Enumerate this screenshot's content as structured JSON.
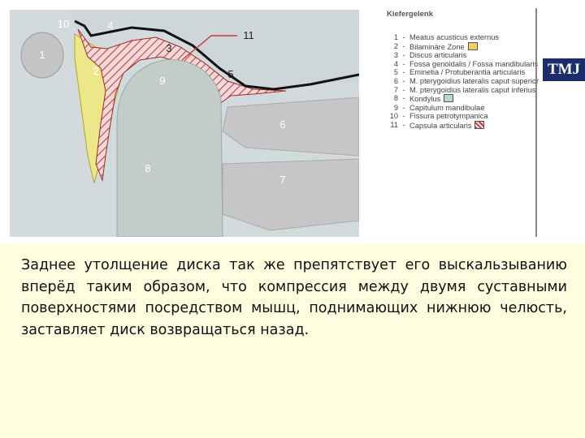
{
  "figure": {
    "labels": {
      "l1": "1",
      "l2": "2",
      "l3": "3",
      "l4": "4",
      "l5": "5",
      "l6": "6",
      "l7": "7",
      "l8": "8",
      "l9": "9",
      "l10": "10",
      "l11": "11"
    }
  },
  "legend": {
    "title": "Kiefergelenk",
    "items": [
      {
        "num": "1",
        "text": "Meatus acusticus externus"
      },
      {
        "num": "2",
        "text": "Bilaminäre Zone",
        "swatch": "#f0d060"
      },
      {
        "num": "3",
        "text": "Discus articularis"
      },
      {
        "num": "4",
        "text": "Fossa genoidalis / Fossa mandibularis"
      },
      {
        "num": "5",
        "text": "Eminetia / Protuberantia articularis"
      },
      {
        "num": "6",
        "text": "M. pterygoidius lateralis caput superior"
      },
      {
        "num": "7",
        "text": "M. pterygoidius lateralis caput inferius"
      },
      {
        "num": "8",
        "text": "Kondylus",
        "swatch": "#b8d8cc"
      },
      {
        "num": "9",
        "text": "Capitulum mandibulae"
      },
      {
        "num": "10",
        "text": "Fissura petrotympanica"
      },
      {
        "num": "11",
        "text": "Capsula articularis",
        "swatch": "hatched"
      }
    ]
  },
  "badge": "TMJ",
  "caption": "Заднее утолщение диска так же препятствует его выскальзыванию вперёд таким образом, что компрессия между двумя суставными поверхностями посредством мышц, поднимающих нижнюю челюсть, заставляет диск возвращаться назад.",
  "colors": {
    "background": "#fdfde0",
    "bone_gray": "#c8c8c8",
    "fossa_bg": "#d6dde0",
    "bilaminar_yellow": "#ece88a",
    "capsule_red": "#c83c3c",
    "badge_navy": "#1c2d6b"
  }
}
